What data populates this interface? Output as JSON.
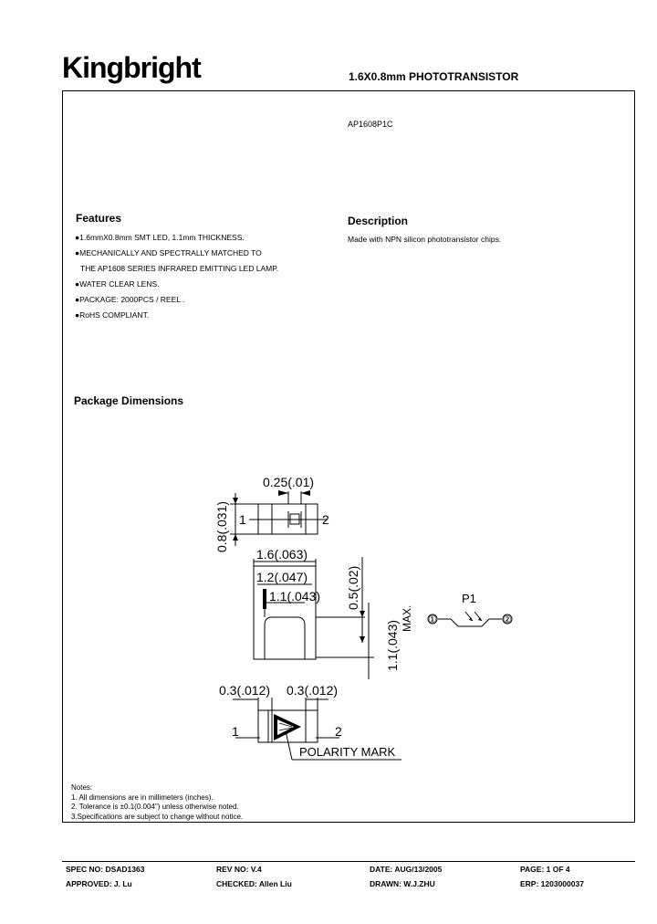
{
  "header": {
    "brand": "Kingbright",
    "title": "1.6X0.8mm PHOTOTRANSISTOR"
  },
  "part_number": "AP1608P1C",
  "features": {
    "heading": "Features",
    "items": [
      "●1.6mmX0.8mm SMT LED, 1.1mm THICKNESS.",
      "●MECHANICALLY AND SPECTRALLY MATCHED TO",
      "THE AP1608 SERIES INFRARED EMITTING LED LAMP.",
      "●WATER CLEAR LENS.",
      "●PACKAGE: 2000PCS / REEL .",
      "●RoHS COMPLIANT."
    ]
  },
  "description": {
    "heading": "Description",
    "text": "Made with NPN silicon phototransistor chips."
  },
  "package_dimensions": {
    "heading": "Package Dimensions",
    "dim_025": "0.25(.01)",
    "dim_08": "0.8(.031)",
    "dim_16": "1.6(.063)",
    "dim_12": "1.2(.047)",
    "dim_11a": "1.1(.043)",
    "dim_05": "0.5(.02)",
    "dim_11b": "1.1(.043)",
    "max": "MAX.",
    "dim_03a": "0.3(.012)",
    "dim_03b": "0.3(.012)",
    "pin1": "1",
    "pin2": "2",
    "pin1b": "1",
    "pin2b": "2",
    "polarity": "POLARITY MARK",
    "schematic_label": "P1",
    "sch_pin1": "①",
    "sch_pin2": "②"
  },
  "notes": {
    "heading": "Notes:",
    "items": [
      "1. All dimensions are in millimeters (inches).",
      "2. Tolerance is ±0.1(0.004\") unless otherwise noted.",
      "3.Specifications are subject to change without notice."
    ]
  },
  "footer": {
    "spec_no": "SPEC NO: DSAD1363",
    "rev_no": "REV NO: V.4",
    "date": "DATE: AUG/13/2005",
    "page": "PAGE: 1 OF 4",
    "approved": "APPROVED: J. Lu",
    "checked": "CHECKED: Allen Liu",
    "drawn": "DRAWN: W.J.ZHU",
    "erp": "ERP: 1203000037"
  }
}
